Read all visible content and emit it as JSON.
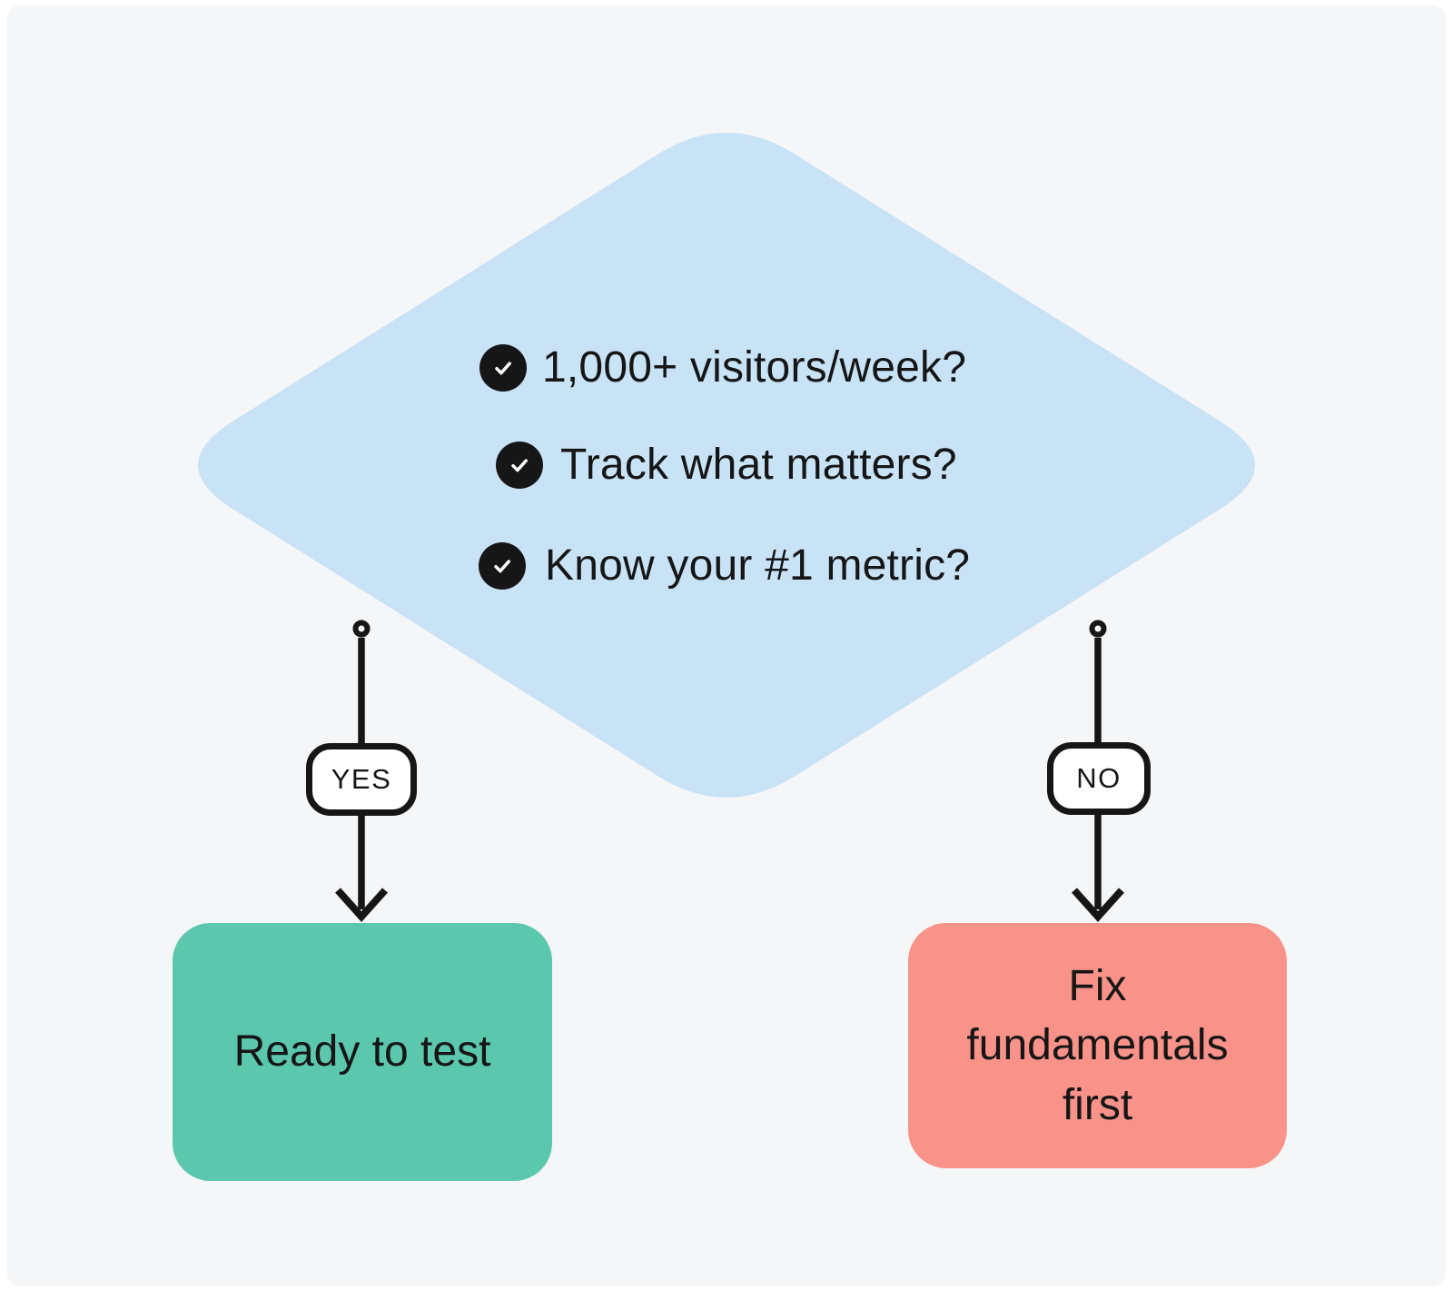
{
  "flowchart": {
    "decision": {
      "items": [
        {
          "label": "1,000+ visitors/week?"
        },
        {
          "label": "Track what matters?"
        },
        {
          "label": "Know your #1 metric?"
        }
      ]
    },
    "branches": {
      "yes": {
        "label": "YES",
        "result": "Ready to test"
      },
      "no": {
        "label": "NO",
        "result": "Fix\nfundamentals\nfirst"
      }
    },
    "colors": {
      "canvas_background": "#F5F6F8",
      "diamond_fill": "#C9E3F6",
      "yes_result_fill": "#5BC8AE",
      "no_result_fill": "#F99389",
      "ink": "#161616",
      "pill_fill": "#FFFFFF"
    },
    "icons": {
      "checklist_icon": "check-icon",
      "yes_connector_end": "arrowhead-down-icon",
      "no_connector_end": "arrowhead-down-icon"
    }
  }
}
